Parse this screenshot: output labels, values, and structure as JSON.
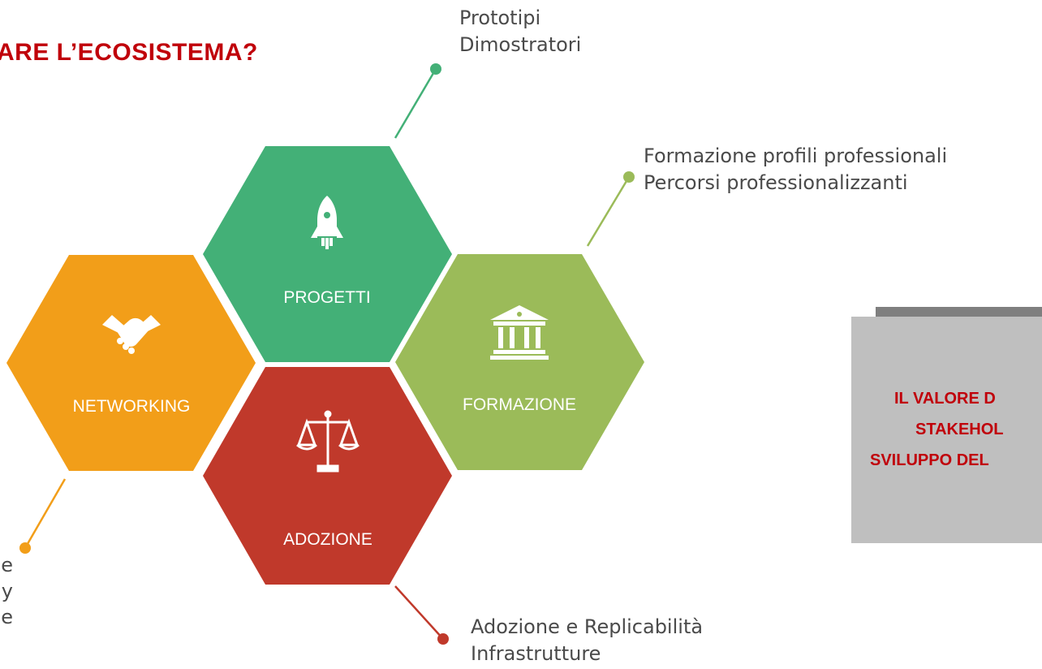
{
  "title": "ARE L’ECOSISTEMA?",
  "colors": {
    "title_red": "#c0000a",
    "green": "#43b077",
    "light_green": "#9bbb59",
    "orange": "#f29e19",
    "red": "#c0392b",
    "caption_gray": "#4a4a4a",
    "box_gray": "#bfbfbf",
    "box_bar": "#7f7f7f"
  },
  "hexagons": [
    {
      "id": "progetti",
      "label": "PROGETTI",
      "icon": "rocket-icon",
      "color": "#43b077"
    },
    {
      "id": "formazione",
      "label": "FORMAZIONE",
      "icon": "institution-icon",
      "color": "#9bbb59"
    },
    {
      "id": "networking",
      "label": "NETWORKING",
      "icon": "handshake-icon",
      "color": "#f29e19"
    },
    {
      "id": "adozione",
      "label": "ADOZIONE",
      "icon": "scales-icon",
      "color": "#c0392b"
    }
  ],
  "captions": {
    "progetti": [
      "Prototipi",
      "Dimostratori"
    ],
    "formazione": [
      "Formazione profili professionali",
      "Percorsi professionalizzanti"
    ],
    "adozione": [
      "Adozione e Replicabilità",
      "Infrastrutture"
    ],
    "networking": [
      "e",
      "y",
      "e"
    ]
  },
  "value_box": {
    "lines": [
      "IL VALORE D",
      "STAKEHOL",
      "SVILUPPO DEL"
    ]
  }
}
